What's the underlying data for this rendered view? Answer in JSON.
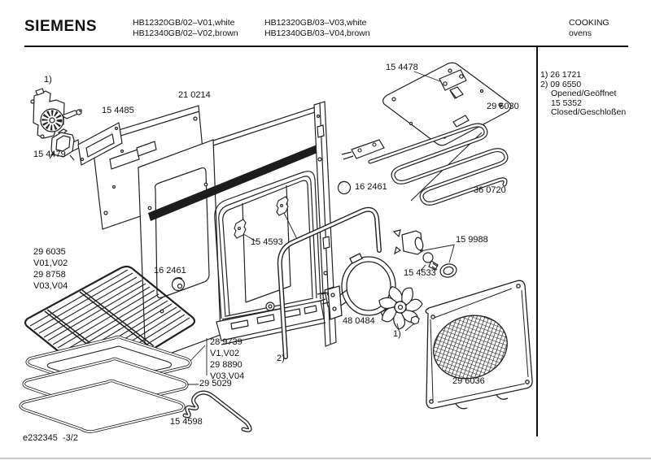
{
  "header": {
    "brand": "SIEMENS",
    "model_col1_line1": "HB12320GB/02–V01,white",
    "model_col1_line2": "HB12340GB/02–V02,brown",
    "model_col2_line1": "HB12320GB/03–V03,white",
    "model_col2_line2": "HB12340GB/03–V04,brown",
    "category_line1": "COOKING",
    "category_line2": "ovens"
  },
  "legend": {
    "l1": "1) 26 1721",
    "l2": "2) 09 6550",
    "l3": "Opened/Geöffnet",
    "l4": "15 5352",
    "l5": "Closed/Geschloßen"
  },
  "diagram": {
    "labels": {
      "marker_motor": "1)",
      "p210214": "21 0214",
      "p154485": "15 4485",
      "p154479": "15 4479",
      "p154478": "15 4478",
      "p296030": "29 6030",
      "p162461_top": "16 2461",
      "p360720": "36 0720",
      "p154593": "15 4593",
      "p296035": "29 6035",
      "v01_v02": "V01,V02",
      "p298758": "29 8758",
      "v03_v04_rack": "V03,V04",
      "p162461_left": "16 2461",
      "p159988": "15 9988",
      "p154533": "15 4533",
      "p480484": "48 0484",
      "marker_fan": "1)",
      "p296036": "29 6036",
      "p289739": "28 9739",
      "v1_v02": "V1,V02",
      "p298890": "29 8890",
      "v03_v04_tray": "V03,V04",
      "p295029": "29 5029",
      "p154598": "15 4598",
      "marker_seal": "2)"
    }
  },
  "footer": {
    "doc_id": "e232345",
    "page": "-3/2"
  }
}
